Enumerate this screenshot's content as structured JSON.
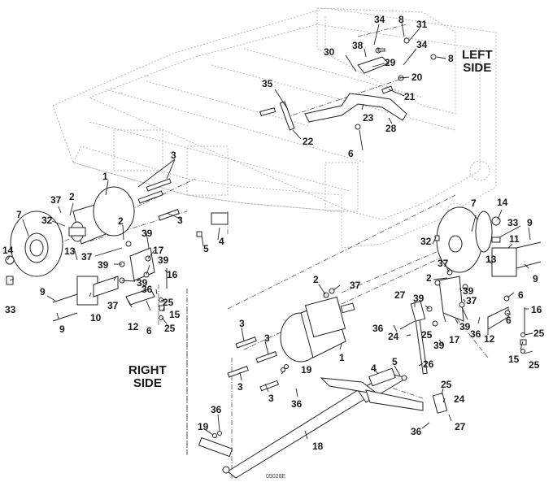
{
  "diagram": {
    "type": "exploded-parts-diagram",
    "figure_code": "05028E",
    "side_labels": {
      "left": [
        "LEFT",
        "SIDE"
      ],
      "right": [
        "RIGHT",
        "SIDE"
      ]
    },
    "callouts": [
      {
        "id": "c1",
        "num": "34"
      },
      {
        "id": "c2",
        "num": "8"
      },
      {
        "id": "c3",
        "num": "31"
      },
      {
        "id": "c4",
        "num": "38"
      },
      {
        "id": "c5",
        "num": "34"
      },
      {
        "id": "c6",
        "num": "30"
      },
      {
        "id": "c7",
        "num": "29"
      },
      {
        "id": "c8",
        "num": "8"
      },
      {
        "id": "c9",
        "num": "20"
      },
      {
        "id": "c10",
        "num": "21"
      },
      {
        "id": "c11",
        "num": "35"
      },
      {
        "id": "c12",
        "num": "23"
      },
      {
        "id": "c13",
        "num": "28"
      },
      {
        "id": "c14",
        "num": "22"
      },
      {
        "id": "c15",
        "num": "6"
      },
      {
        "id": "c16",
        "num": "3"
      },
      {
        "id": "c17",
        "num": "1"
      },
      {
        "id": "c18",
        "num": "37"
      },
      {
        "id": "c19",
        "num": "2"
      },
      {
        "id": "c20",
        "num": "7"
      },
      {
        "id": "c21",
        "num": "32"
      },
      {
        "id": "c22",
        "num": "3"
      },
      {
        "id": "c23",
        "num": "4"
      },
      {
        "id": "c24",
        "num": "5"
      },
      {
        "id": "c25",
        "num": "14"
      },
      {
        "id": "c26",
        "num": "13"
      },
      {
        "id": "c27",
        "num": "2"
      },
      {
        "id": "c28",
        "num": "39"
      },
      {
        "id": "c29",
        "num": "17"
      },
      {
        "id": "c30",
        "num": "37"
      },
      {
        "id": "c31",
        "num": "39"
      },
      {
        "id": "c32",
        "num": "39"
      },
      {
        "id": "c33",
        "num": "16"
      },
      {
        "id": "c34",
        "num": "39"
      },
      {
        "id": "c35",
        "num": "9"
      },
      {
        "id": "c36",
        "num": "33"
      },
      {
        "id": "c37",
        "num": "10"
      },
      {
        "id": "c38",
        "num": "37"
      },
      {
        "id": "c39",
        "num": "36"
      },
      {
        "id": "c40",
        "num": "25"
      },
      {
        "id": "c41",
        "num": "15"
      },
      {
        "id": "c42",
        "num": "9"
      },
      {
        "id": "c43",
        "num": "12"
      },
      {
        "id": "c44",
        "num": "6"
      },
      {
        "id": "c45",
        "num": "25"
      },
      {
        "id": "c46",
        "num": "7"
      },
      {
        "id": "c47",
        "num": "14"
      },
      {
        "id": "c48",
        "num": "33"
      },
      {
        "id": "c49",
        "num": "9"
      },
      {
        "id": "c50",
        "num": "11"
      },
      {
        "id": "c51",
        "num": "32"
      },
      {
        "id": "c52",
        "num": "37"
      },
      {
        "id": "c53",
        "num": "13"
      },
      {
        "id": "c54",
        "num": "9"
      },
      {
        "id": "c55",
        "num": "2"
      },
      {
        "id": "c56",
        "num": "39"
      },
      {
        "id": "c57",
        "num": "37"
      },
      {
        "id": "c58",
        "num": "6"
      },
      {
        "id": "c59",
        "num": "27"
      },
      {
        "id": "c60",
        "num": "39"
      },
      {
        "id": "c61",
        "num": "16"
      },
      {
        "id": "c62",
        "num": "6"
      },
      {
        "id": "c63",
        "num": "39"
      },
      {
        "id": "c64",
        "num": "36"
      },
      {
        "id": "c65",
        "num": "12"
      },
      {
        "id": "c66",
        "num": "24"
      },
      {
        "id": "c67",
        "num": "25"
      },
      {
        "id": "c68",
        "num": "25"
      },
      {
        "id": "c69",
        "num": "39"
      },
      {
        "id": "c70",
        "num": "17"
      },
      {
        "id": "c71",
        "num": "15"
      },
      {
        "id": "c72",
        "num": "25"
      },
      {
        "id": "c73",
        "num": "2"
      },
      {
        "id": "c74",
        "num": "37"
      },
      {
        "id": "c75",
        "num": "36"
      },
      {
        "id": "c76",
        "num": "3"
      },
      {
        "id": "c77",
        "num": "3"
      },
      {
        "id": "c78",
        "num": "1"
      },
      {
        "id": "c79",
        "num": "26"
      },
      {
        "id": "c80",
        "num": "3"
      },
      {
        "id": "c81",
        "num": "3"
      },
      {
        "id": "c82",
        "num": "19"
      },
      {
        "id": "c83",
        "num": "5"
      },
      {
        "id": "c84",
        "num": "4"
      },
      {
        "id": "c85",
        "num": "36"
      },
      {
        "id": "c86",
        "num": "25"
      },
      {
        "id": "c87",
        "num": "24"
      },
      {
        "id": "c88",
        "num": "27"
      },
      {
        "id": "c89",
        "num": "36"
      },
      {
        "id": "c90",
        "num": "36"
      },
      {
        "id": "c91",
        "num": "19"
      },
      {
        "id": "c92",
        "num": "18"
      }
    ]
  }
}
